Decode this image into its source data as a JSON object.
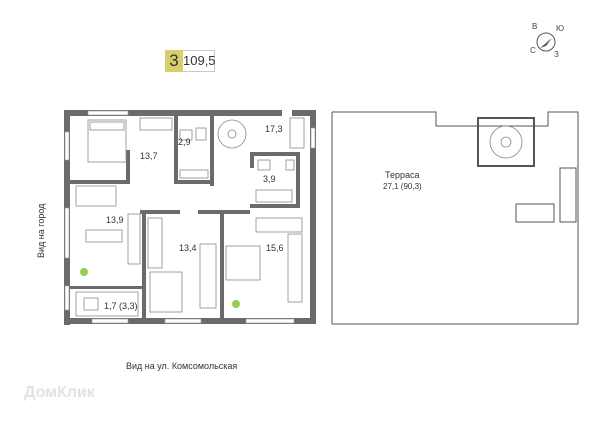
{
  "apartment": {
    "rooms_count": "3",
    "total_area": "109,5"
  },
  "rooms": {
    "bedroom_1": "13,7",
    "bath_1": "2,9",
    "hall": "17,3",
    "bath_2": "3,9",
    "bedroom_2": "13,9",
    "bedroom_3": "13,4",
    "kitchen": "15,6",
    "balcony": "1,7 (3,3)"
  },
  "terrace": {
    "label": "Терраса",
    "area": "27,1 (90,3)"
  },
  "views": {
    "left": "Вид на город",
    "bottom": "Вид на ул. Комсомольская"
  },
  "compass": {
    "n": "В",
    "e": "Ю",
    "s": "З",
    "w": "С"
  },
  "watermark": "ДомКлик",
  "colors": {
    "wall": "#6b6b6b",
    "badge": "#d6cf6a",
    "plant": "#9ccc4e"
  }
}
